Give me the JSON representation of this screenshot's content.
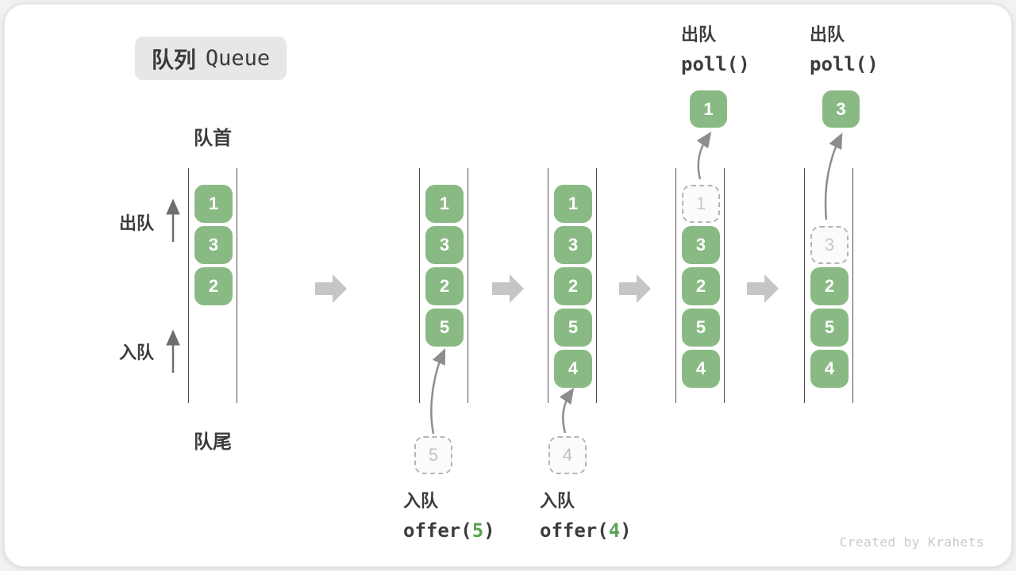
{
  "title": {
    "zh": "队列",
    "en": "Queue"
  },
  "labels": {
    "front": "队首",
    "rear": "队尾",
    "dequeue": "出队",
    "enqueue": "入队"
  },
  "colors": {
    "cell_green": "#8ABA84",
    "code_green": "#5BA253",
    "badge_bg": "#e7e7e7",
    "block_arrow": "#c5c5c5",
    "channel_line": "#4f4f4f",
    "dashed_border": "#b5b5b5",
    "dashed_text": "#c7c7c7",
    "curve_arrow": "#8d8d8d",
    "text_dark": "#3c3c3c",
    "footer_text": "#c9c9c9"
  },
  "states": [
    {
      "cells": [
        {
          "value": "1",
          "style": "green"
        },
        {
          "value": "3",
          "style": "green"
        },
        {
          "value": "2",
          "style": "green"
        }
      ]
    },
    {
      "cells": [
        {
          "value": "1",
          "style": "green"
        },
        {
          "value": "3",
          "style": "green"
        },
        {
          "value": "2",
          "style": "green"
        },
        {
          "value": "5",
          "style": "green"
        }
      ],
      "pending": {
        "value": "5"
      }
    },
    {
      "cells": [
        {
          "value": "1",
          "style": "green"
        },
        {
          "value": "3",
          "style": "green"
        },
        {
          "value": "2",
          "style": "green"
        },
        {
          "value": "5",
          "style": "green"
        },
        {
          "value": "4",
          "style": "green"
        }
      ],
      "pending": {
        "value": "4"
      }
    },
    {
      "cells": [
        {
          "value": "1",
          "style": "dashed"
        },
        {
          "value": "3",
          "style": "green"
        },
        {
          "value": "2",
          "style": "green"
        },
        {
          "value": "5",
          "style": "green"
        },
        {
          "value": "4",
          "style": "green"
        }
      ],
      "out": {
        "value": "1"
      }
    },
    {
      "cells": [
        {
          "value": "3",
          "style": "dashed"
        },
        {
          "value": "2",
          "style": "green"
        },
        {
          "value": "5",
          "style": "green"
        },
        {
          "value": "4",
          "style": "green"
        }
      ],
      "out": {
        "value": "3"
      }
    }
  ],
  "operations": {
    "enqueue_5": {
      "label": "入队",
      "code_pre": "offer(",
      "code_arg": "5",
      "code_post": ")"
    },
    "enqueue_4": {
      "label": "入队",
      "code_pre": "offer(",
      "code_arg": "4",
      "code_post": ")"
    },
    "dequeue_1": {
      "label": "出队",
      "code": "poll()"
    },
    "dequeue_3": {
      "label": "出队",
      "code": "poll()"
    }
  },
  "footer": {
    "credit": "Created by Krahets"
  }
}
